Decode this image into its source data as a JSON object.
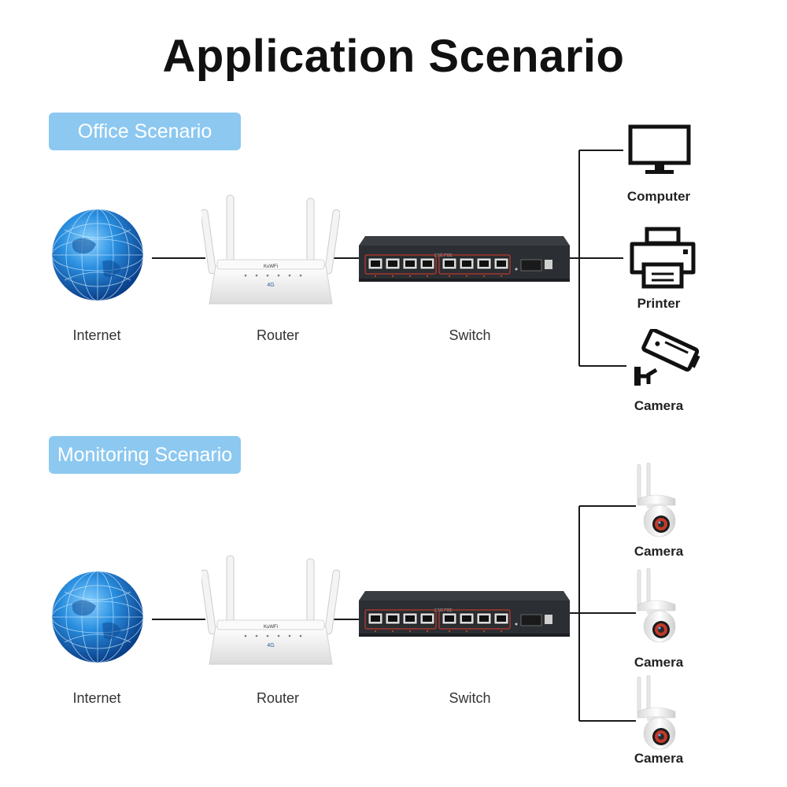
{
  "title": "Application Scenario",
  "colors": {
    "badge": "#8cc8f0",
    "wire": "#1a1a1a",
    "globe": "#1a78c8",
    "switch_body": "#2b2e33"
  },
  "office": {
    "badge": "Office Scenario",
    "labels": {
      "internet": "Internet",
      "router": "Router",
      "switch": "Switch"
    },
    "devices": [
      {
        "label": "Computer",
        "icon": "computer-icon"
      },
      {
        "label": "Printer",
        "icon": "printer-icon"
      },
      {
        "label": "Camera",
        "icon": "cctv-camera-icon"
      }
    ]
  },
  "monitoring": {
    "badge": "Monitoring Scenario",
    "labels": {
      "internet": "Internet",
      "router": "Router",
      "switch": "Switch"
    },
    "devices": [
      {
        "label": "Camera",
        "icon": "ptz-camera-icon"
      },
      {
        "label": "Camera",
        "icon": "ptz-camera-icon"
      },
      {
        "label": "Camera",
        "icon": "ptz-camera-icon"
      }
    ]
  }
}
